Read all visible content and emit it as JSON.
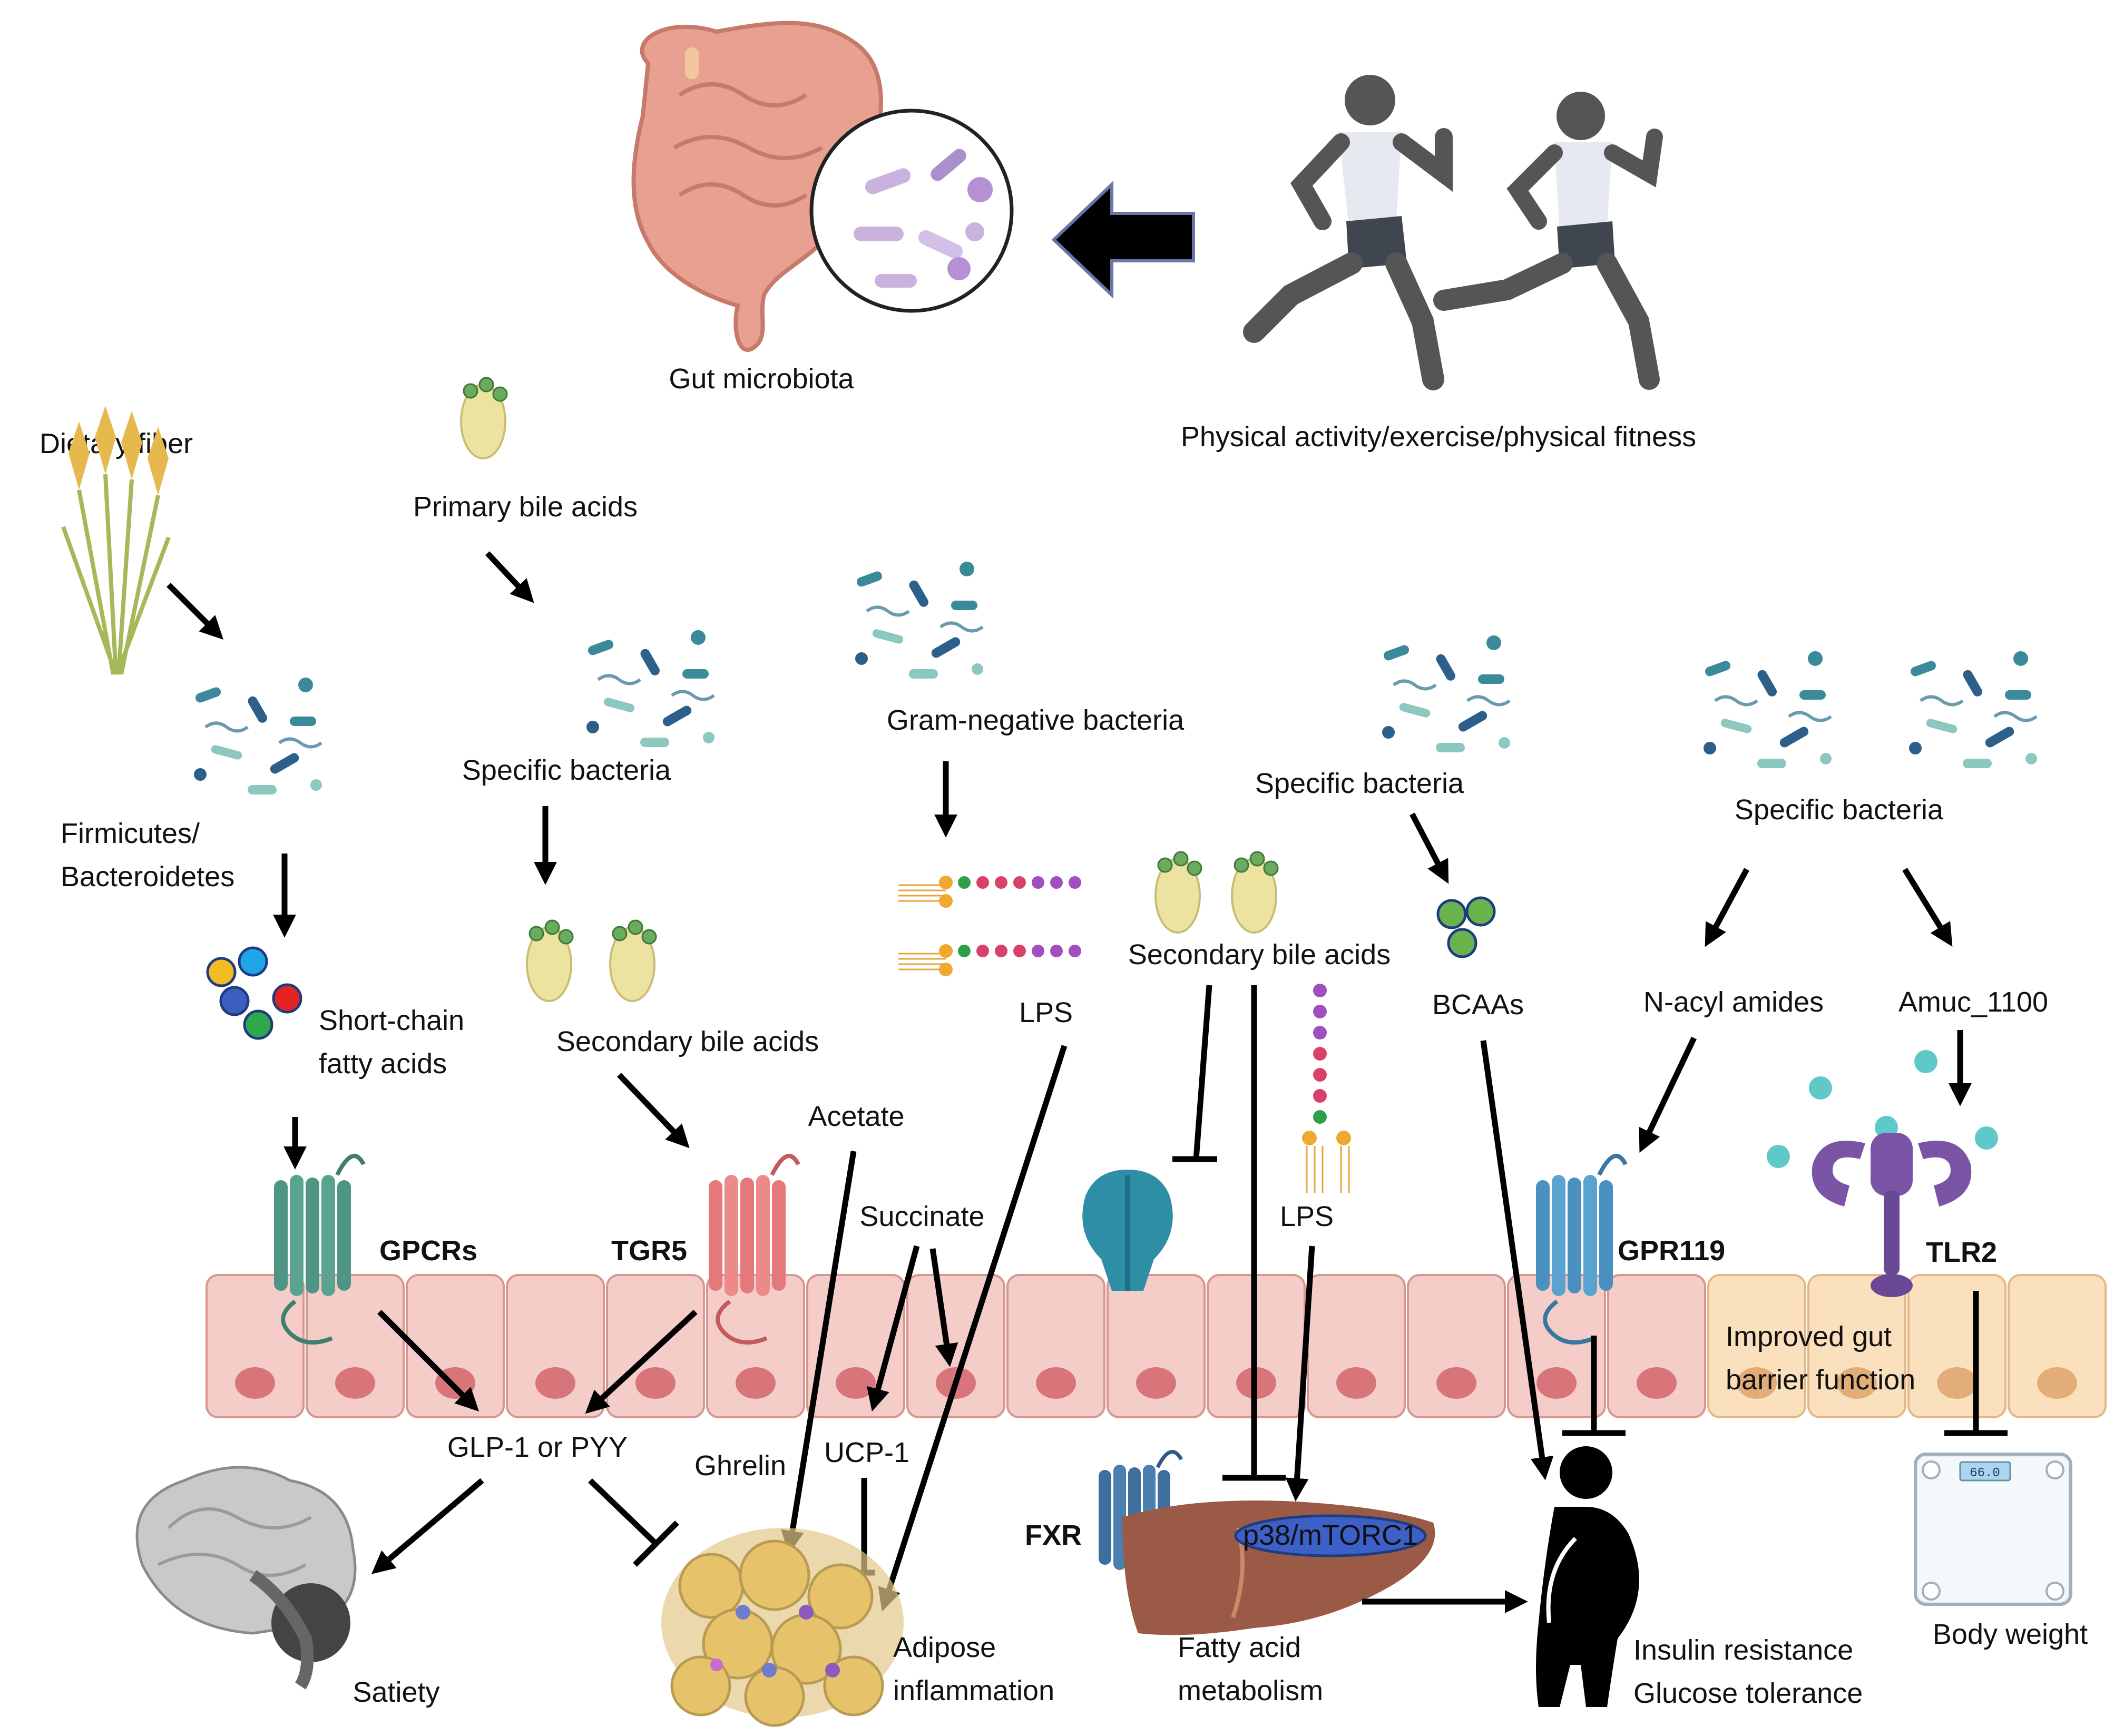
{
  "labels": {
    "gut_microbiota": "Gut microbiota",
    "physical_activity": "Physical activity/exercise/physical fitness",
    "dietary_fiber": "Dietary fiber",
    "primary_bile_acids": "Primary bile acids",
    "firmicutes_line1": "Firmicutes/",
    "firmicutes_line2": "Bacteroidetes",
    "specific_bacteria_1": "Specific bacteria",
    "gram_negative": "Gram-negative bacteria",
    "specific_bacteria_2": "Specific bacteria",
    "specific_bacteria_3": "Specific bacteria",
    "scfa_line1": "Short-chain",
    "scfa_line2": "fatty acids",
    "secondary_bile_acids_1": "Secondary bile acids",
    "lps_1": "LPS",
    "secondary_bile_acids_2": "Secondary bile acids",
    "bcaas": "BCAAs",
    "n_acyl_amides": "N-acyl amides",
    "amuc_1100": "Amuc_1100",
    "acetate": "Acetate",
    "succinate": "Succinate",
    "lps_2": "LPS",
    "gpcrs": "GPCRs",
    "tgr5": "TGR5",
    "gpr119": "GPR119",
    "tlr2": "TLR2",
    "barrier_line1": "Improved gut",
    "barrier_line2": "barrier function",
    "glp1_pyy": "GLP-1 or PYY",
    "ghrelin": "Ghrelin",
    "ucp1": "UCP-1",
    "fxr": "FXR",
    "p38_mtorc1": "p38/mTORC1",
    "satiety": "Satiety",
    "adipose_line1": "Adipose",
    "adipose_line2": "inflammation",
    "fatty_acid_line1": "Fatty acid",
    "fatty_acid_line2": "metabolism",
    "insulin_line1": "Insulin resistance",
    "insulin_line2": "Glucose tolerance",
    "body_weight": "Body weight",
    "scale_readout": "66.0"
  },
  "colors": {
    "intestine": "#e8a090",
    "epithelium": "#f4cdc8",
    "epithelium_right": "#fae0bd",
    "nucleus": "#d8757a",
    "gpcr": "#4f9585",
    "tgr5": "#e4787a",
    "gpr119": "#4a90c0",
    "tlr2": "#7a55a5",
    "fxr": "#3e6e9e",
    "liver": "#9a5a45",
    "p38_mtorc1": "#3d5fc8",
    "bile_acid": "#ede3a0",
    "bacteria": "#3a8a9a",
    "runner": "#555555",
    "brain": "#c9c9c9"
  },
  "icons": [
    "intestine-icon",
    "microbe-lens-icon",
    "runner-icon",
    "wheat-icon",
    "bile-acid-icon",
    "bacteria-cluster-icon",
    "scfa-molecules-icon",
    "lps-molecule-icon",
    "gpcr-receptor-icon",
    "fxr-receptor-icon",
    "liver-icon",
    "brain-icon",
    "adipose-tissue-icon",
    "obese-person-icon",
    "scale-icon"
  ]
}
